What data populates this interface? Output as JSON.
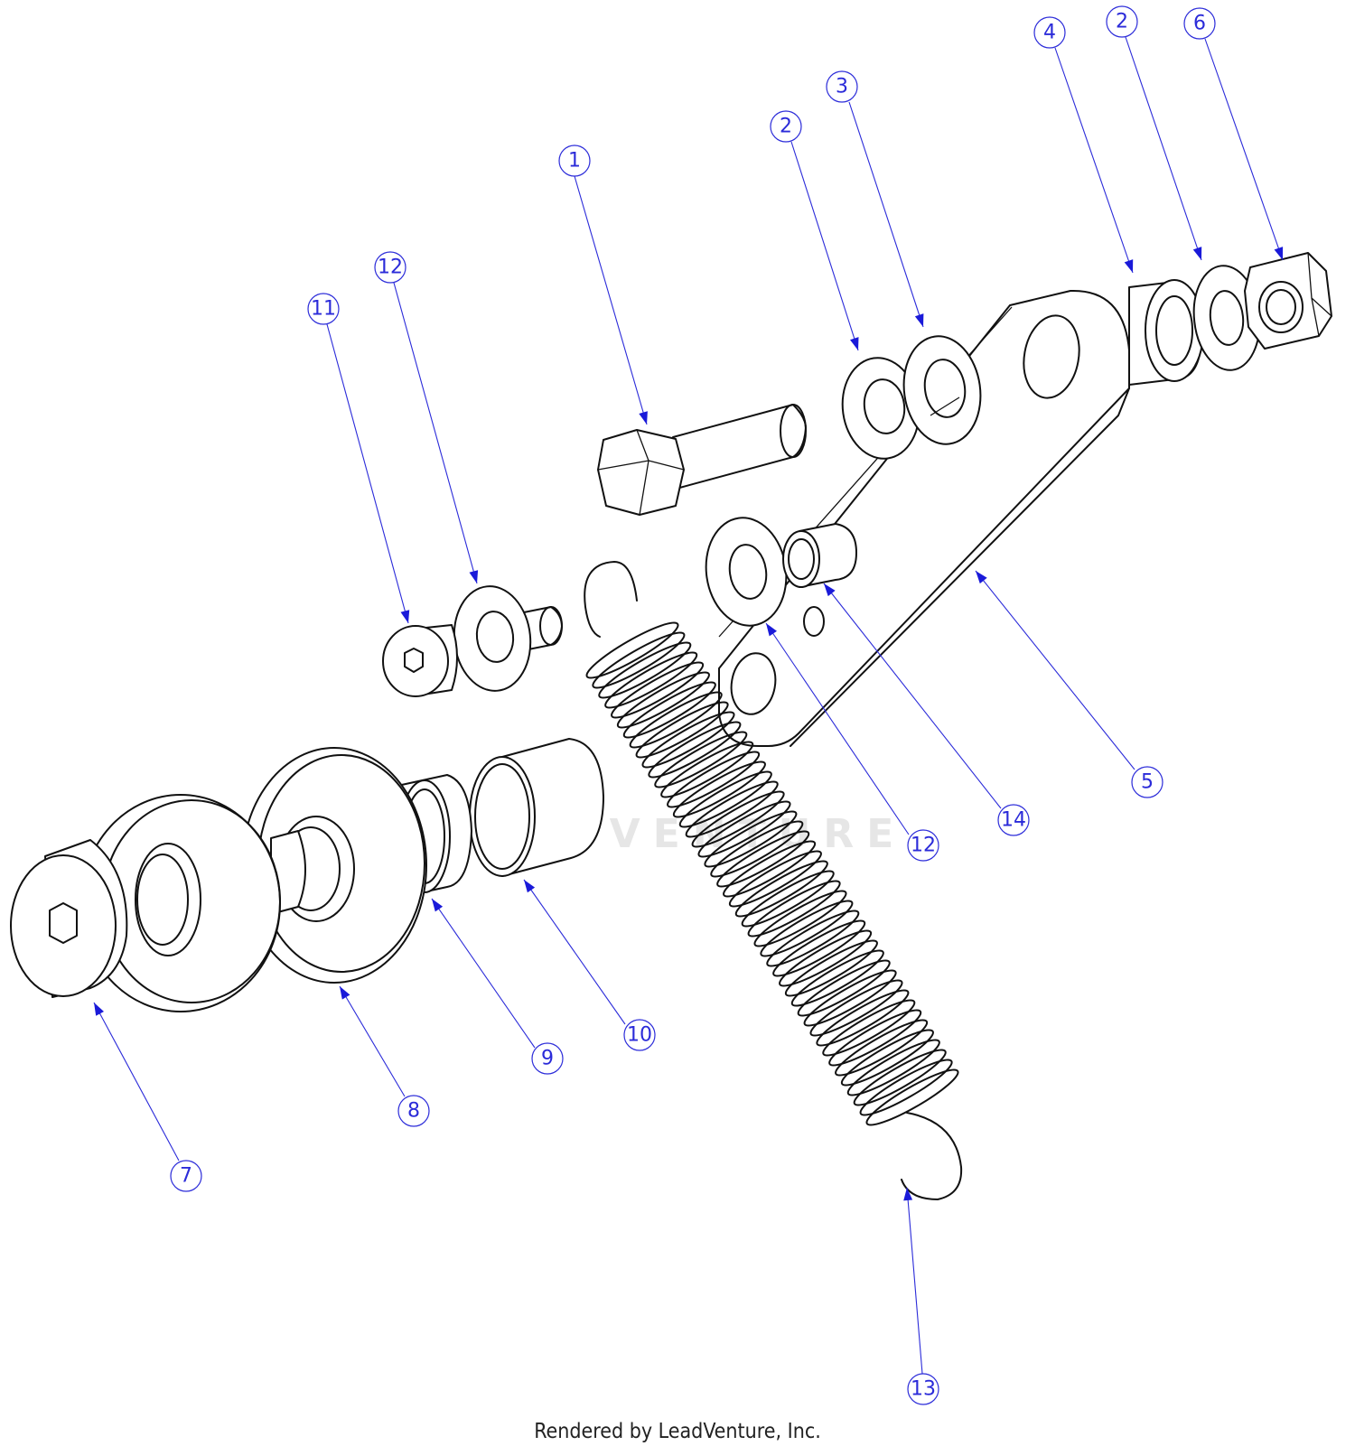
{
  "diagram": {
    "footer": "Rendered by LeadVenture, Inc.",
    "watermark": "LEADVENTURE",
    "callouts": [
      {
        "label": "1"
      },
      {
        "label": "2"
      },
      {
        "label": "3"
      },
      {
        "label": "2"
      },
      {
        "label": "4"
      },
      {
        "label": "6"
      },
      {
        "label": "12"
      },
      {
        "label": "11"
      },
      {
        "label": "5"
      },
      {
        "label": "14"
      },
      {
        "label": "12"
      },
      {
        "label": "10"
      },
      {
        "label": "9"
      },
      {
        "label": "8"
      },
      {
        "label": "7"
      },
      {
        "label": "13"
      }
    ],
    "colors": {
      "callout": "#2b2bd9",
      "line": "#111111"
    }
  }
}
